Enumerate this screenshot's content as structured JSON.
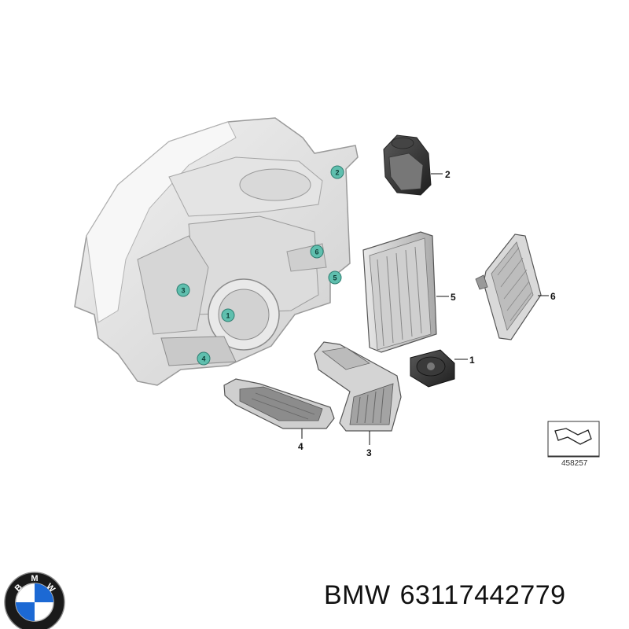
{
  "callouts": [
    "1",
    "2",
    "3",
    "4",
    "5",
    "6"
  ],
  "markers": [
    "1",
    "2",
    "3",
    "4",
    "5",
    "6"
  ],
  "reference_number": "458257",
  "brand": "BMW",
  "part_number": "63117442779",
  "logo_letters": [
    "B",
    "M",
    "W"
  ],
  "colors": {
    "marker_fill": "#5fbfae",
    "housing_stroke": "#9a9a9a",
    "part_dark": "#2b2b2b",
    "logo_blue": "#1c69d4"
  }
}
